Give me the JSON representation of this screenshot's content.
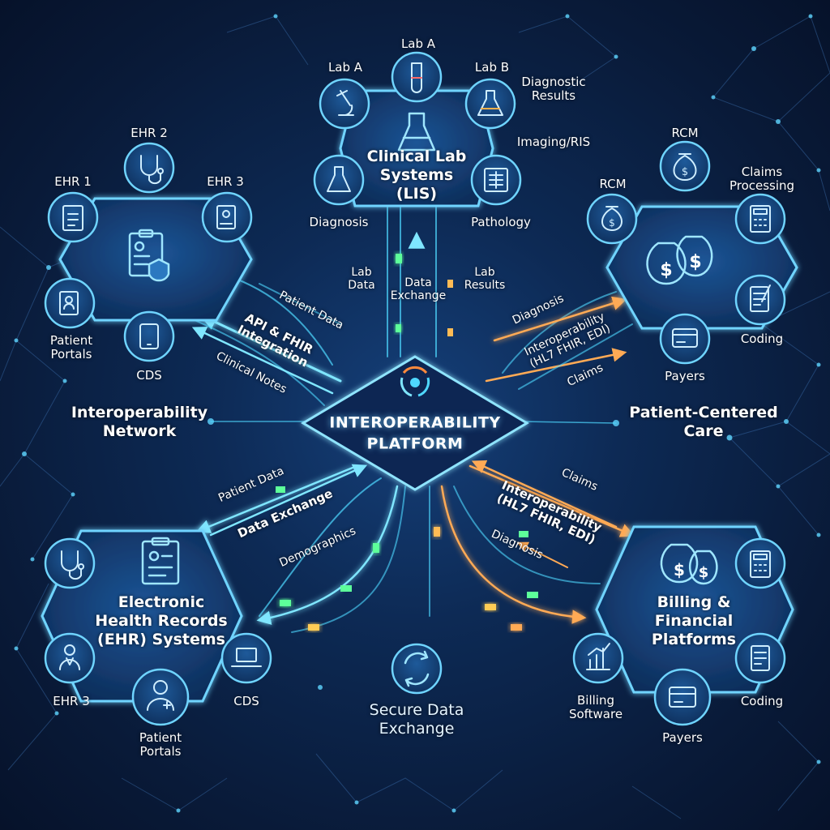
{
  "hub": {
    "title": "INTEROPERABILITY",
    "subtitle": "PLATFORM"
  },
  "clusters": {
    "lis": {
      "title": [
        "Clinical Lab",
        "Systems",
        "(LIS)"
      ],
      "nodes": {
        "top": "Lab A",
        "top_left": "Lab A",
        "top_right": "Lab B",
        "bottom_left": "Diagnosis",
        "bottom_right": "Pathology"
      },
      "extra": {
        "diagnostic_results": [
          "Diagnostic",
          "Results"
        ],
        "imaging": "Imaging/RIS"
      }
    },
    "ehr_top": {
      "nodes": {
        "top_left": "EHR 1",
        "top": "EHR 2",
        "top_right": "EHR 3",
        "bottom_left": [
          "Patient",
          "Portals"
        ],
        "bottom": "CDS"
      }
    },
    "rcm": {
      "nodes": {
        "top": "RCM",
        "top_left": "RCM",
        "right": [
          "Claims",
          "Processing"
        ],
        "bottom_right": "Coding",
        "bottom": "Payers"
      }
    },
    "ehr_bottom": {
      "title": [
        "Electronic",
        "Health Records",
        "(EHR) Systems"
      ],
      "nodes": {
        "bottom_left": "EHR 3",
        "bottom": [
          "Patient",
          "Portals"
        ],
        "bottom_right": "CDS"
      }
    },
    "billing": {
      "title": [
        "Billing &",
        "Financial",
        "Platforms"
      ],
      "nodes": {
        "bottom_left": [
          "Billing",
          "Software"
        ],
        "bottom": "Payers",
        "bottom_right": "Coding"
      }
    }
  },
  "side_labels": {
    "left": [
      "Interoperability",
      "Network"
    ],
    "right": [
      "Patient-Centered",
      "Care"
    ],
    "bottom": [
      "Secure Data",
      "Exchange"
    ]
  },
  "flows": {
    "top_left": {
      "patient_data": "Patient Data",
      "api": [
        "API & FHIR",
        "Integration"
      ],
      "notes": "Clinical Notes"
    },
    "top_center": {
      "lab_data": [
        "Lab",
        "Data"
      ],
      "exchange": [
        "Data",
        "Exchange"
      ],
      "lab_results": [
        "Lab",
        "Results"
      ]
    },
    "top_right": {
      "diagnosis": "Diagnosis",
      "interop": [
        "Interoperability",
        "(HL7 FHIR, EDI)"
      ],
      "claims": "Claims"
    },
    "bottom_left": {
      "patient_data": "Patient Data",
      "exchange": "Data Exchange",
      "demographics": "Demographics"
    },
    "bottom_right": {
      "claims": "Claims",
      "interop": [
        "Interoperability",
        "(HL7 FHIR, EDI)"
      ],
      "diagnosis": "Diagnosis"
    }
  },
  "colors": {
    "cyan": "#4fd8ff",
    "orange": "#ff9a3c",
    "node_fill": "#123a6c",
    "bg": "#0b1f44"
  }
}
